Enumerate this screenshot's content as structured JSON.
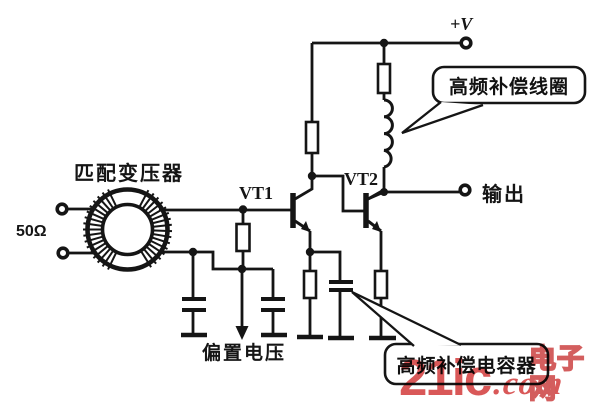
{
  "labels": {
    "transformer": "匹配变压器",
    "source_impedance": "50Ω",
    "transistor1": "VT1",
    "transistor2": "VT2",
    "supply": "+V",
    "output": "输出",
    "bias": "偏置电压"
  },
  "callouts": {
    "coil": "高频补偿线圈",
    "capacitor": "高频补偿电容器"
  },
  "watermark": {
    "brand": "21ic",
    "suffix": ".com",
    "site_name": "电子网",
    "color": "#d64949"
  },
  "colors": {
    "ink": "#151515",
    "background": "#ffffff"
  }
}
